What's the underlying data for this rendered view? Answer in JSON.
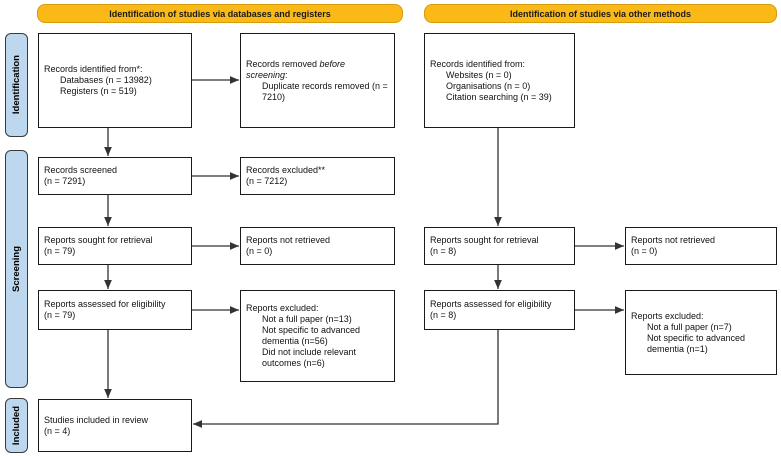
{
  "colors": {
    "banner_fill": "#FBB917",
    "banner_border": "#D79B0E",
    "stage_fill": "#BDD7EE",
    "stage_border": "#3A3A3A",
    "box_border": "#1A1A1A",
    "arrow": "#333333"
  },
  "banners": {
    "databases_registers": "Identification of studies via databases and registers",
    "other_methods": "Identification of studies via other methods"
  },
  "stages": {
    "identification": "Identification",
    "screening": "Screening",
    "included": "Included"
  },
  "boxes": {
    "records_identified_db": {
      "title": "Records identified from*:",
      "items": [
        "Databases (n = 13982)",
        "Registers (n = 519)"
      ]
    },
    "records_removed": {
      "prefix": "Records removed ",
      "emphasis": "before screening",
      "suffix": ":",
      "items": [
        "Duplicate records removed (n = 7210)"
      ]
    },
    "records_identified_other": {
      "title": "Records identified from:",
      "items": [
        "Websites (n = 0)",
        "Organisations (n = 0)",
        "Citation searching (n = 39)"
      ]
    },
    "records_screened": {
      "line1": "Records screened",
      "line2": "(n = 7291)"
    },
    "records_excluded": {
      "line1": "Records excluded**",
      "line2": "(n = 7212)"
    },
    "reports_sought_db": {
      "line1": "Reports sought for retrieval",
      "line2": "(n = 79)"
    },
    "reports_not_retrieved_db": {
      "line1": "Reports not retrieved",
      "line2": "(n = 0)"
    },
    "reports_assessed_db": {
      "line1": "Reports assessed for eligibility",
      "line2": "(n = 79)"
    },
    "reports_excluded_db": {
      "title": "Reports excluded:",
      "items": [
        "Not a full paper (n=13)",
        "Not specific to advanced dementia (n=56)",
        "Did not include relevant outcomes (n=6)"
      ]
    },
    "reports_sought_other": {
      "line1": "Reports sought for retrieval",
      "line2": "(n = 8)"
    },
    "reports_not_retrieved_other": {
      "line1": "Reports not retrieved",
      "line2": "(n = 0)"
    },
    "reports_assessed_other": {
      "line1": "Reports assessed for eligibility",
      "line2": "(n = 8)"
    },
    "reports_excluded_other": {
      "title": "Reports excluded:",
      "items": [
        "Not a full paper (n=7)",
        "Not specific to advanced dementia (n=1)"
      ]
    },
    "studies_included": {
      "line1": "Studies included in review",
      "line2": "(n = 4)"
    }
  }
}
